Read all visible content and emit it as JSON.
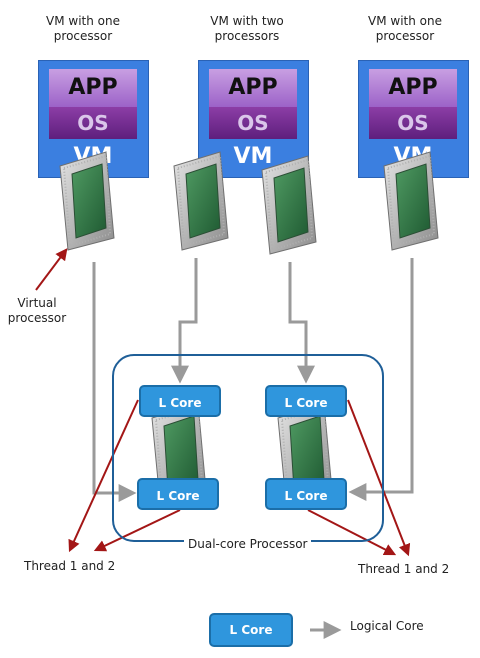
{
  "vms": [
    {
      "title_line1": "VM with one",
      "title_line2": "processor",
      "app": "APP",
      "os": "OS",
      "vm": "VM"
    },
    {
      "title_line1": "VM with two",
      "title_line2": "processors",
      "app": "APP",
      "os": "OS",
      "vm": "VM"
    },
    {
      "title_line1": "VM with one",
      "title_line2": "processor",
      "app": "APP",
      "os": "OS",
      "vm": "VM"
    }
  ],
  "virtual_processor_label": {
    "line1": "Virtual",
    "line2": "processor"
  },
  "lcore_label": "L Core",
  "dual_core_label": "Dual-core Processor",
  "thread_left": "Thread 1 and 2",
  "thread_right": "Thread 1 and 2",
  "legend": {
    "lcore": "L Core",
    "text": "Logical Core"
  },
  "colors": {
    "vm_blue": "#3b7fe0",
    "app_purple": "#b37fd8",
    "os_purple": "#6e2a8c",
    "lcore_blue": "#2f96dd",
    "arrow_gray": "#9a9a9a",
    "thread_red": "#a31616",
    "frame_blue": "#1f5f98"
  }
}
